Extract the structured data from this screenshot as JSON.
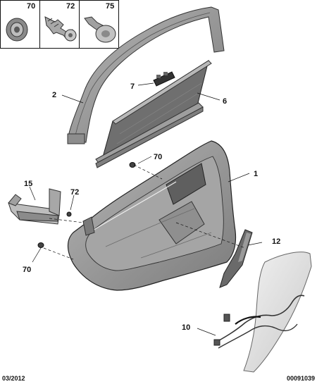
{
  "legend_box": {
    "items": [
      {
        "ref": "70",
        "part": "rivet-fastener"
      },
      {
        "ref": "72",
        "part": "screw"
      },
      {
        "ref": "75",
        "part": "push-clip"
      }
    ]
  },
  "callouts": {
    "c1": "1",
    "c2": "2",
    "c6": "6",
    "c7": "7",
    "c10": "10",
    "c12": "12",
    "c15": "15",
    "c70a": "70",
    "c70b": "70",
    "c72": "72"
  },
  "footer": {
    "date": "03/2012",
    "ref": "00091039"
  },
  "colors": {
    "part_fill": "#9a9a9a",
    "part_dark": "#6e6e6e",
    "part_light": "#d8d8d8",
    "line": "#222222"
  }
}
